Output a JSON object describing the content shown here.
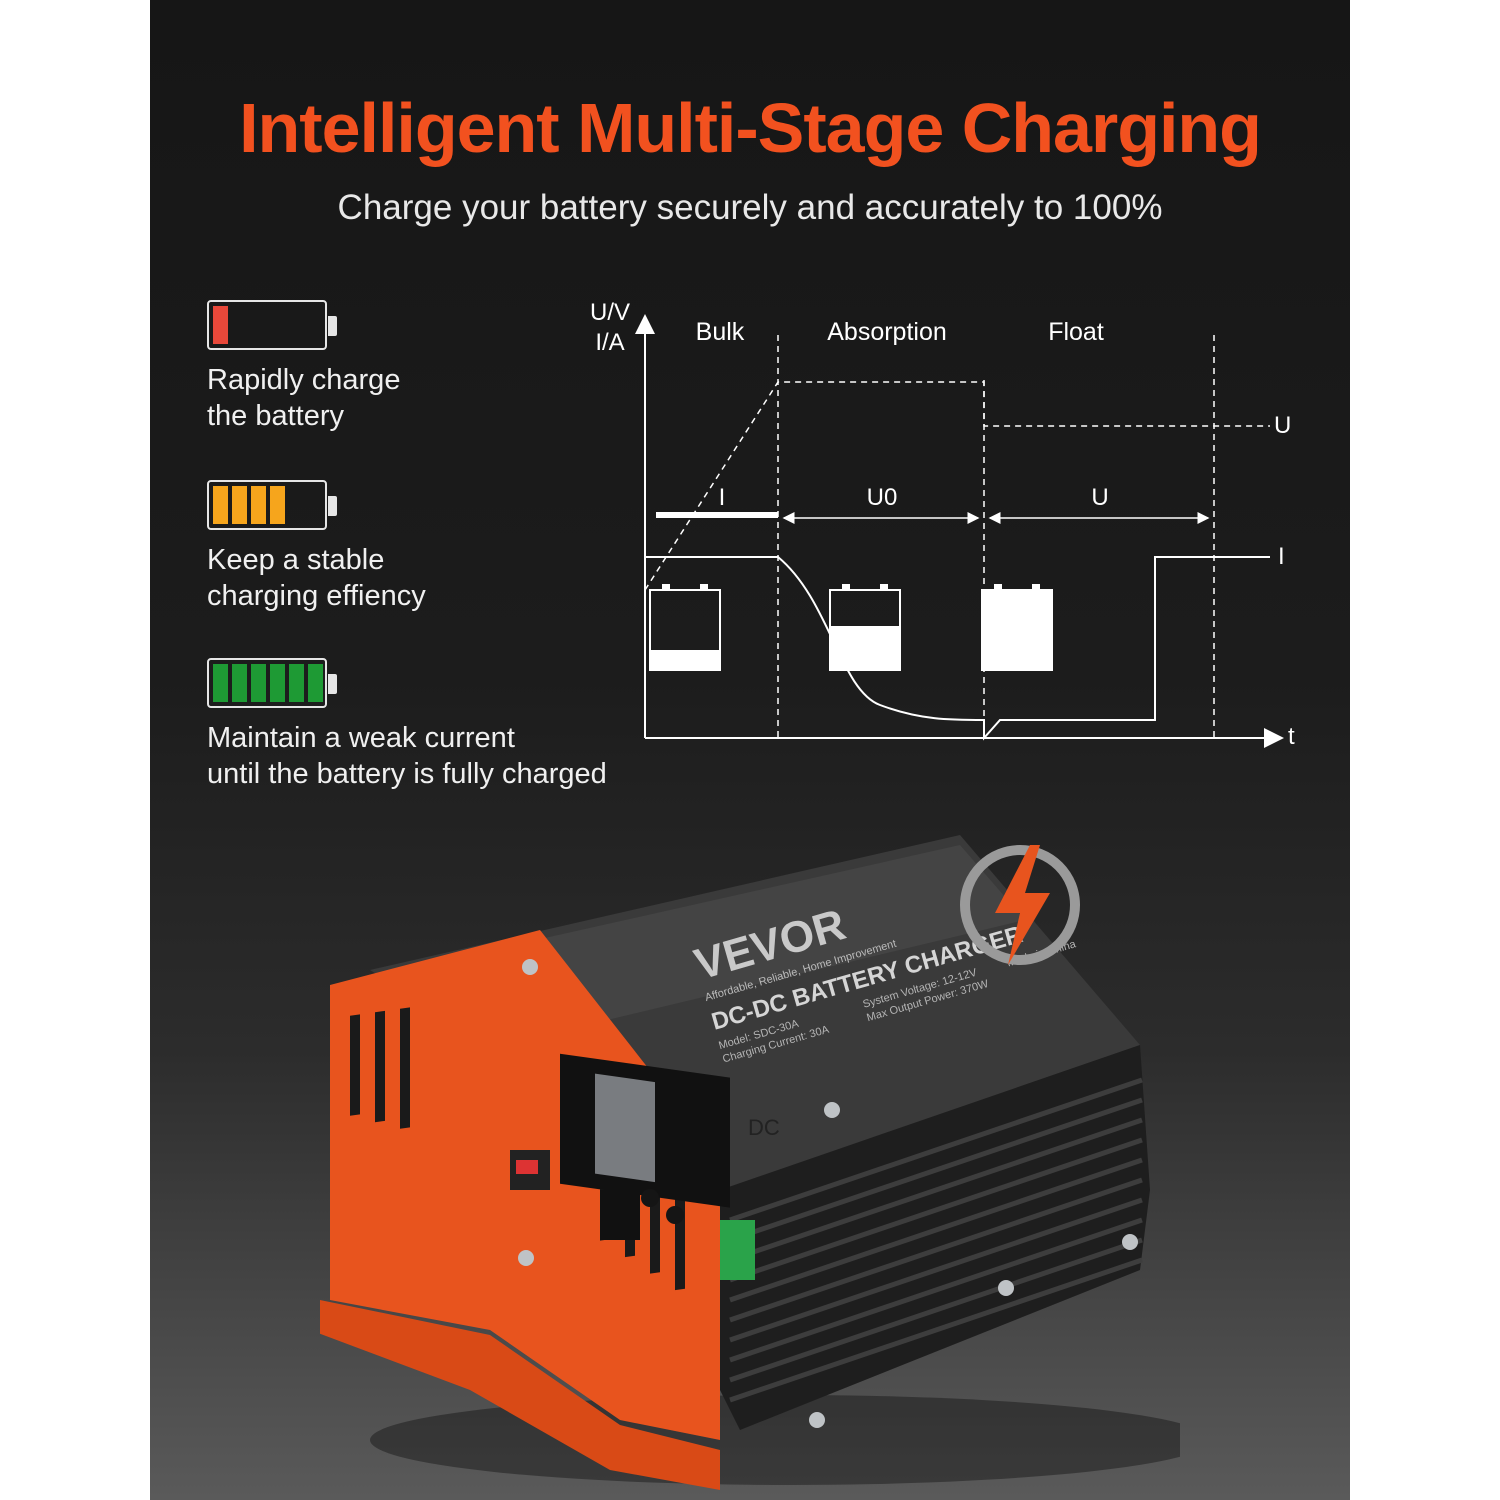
{
  "headline": "Intelligent Multi-Stage Charging",
  "subheadline": "Charge your battery securely and accurately to 100%",
  "stages": [
    {
      "text": "Rapidly charge\nthe battery",
      "cells": 1,
      "color": "#e8483a"
    },
    {
      "text": "Keep a stable\ncharging effiency",
      "cells": 4,
      "color": "#f6a51c"
    },
    {
      "text": "Maintain a weak current\nuntil the battery is fully charged",
      "cells": 6,
      "color": "#1e9a34"
    }
  ],
  "diagram": {
    "y_axis_label_top": "U/V",
    "y_axis_label_bottom": "I/A",
    "x_axis_label": "t",
    "phase_labels": [
      "Bulk",
      "Absorption",
      "Float"
    ],
    "current_label": "I",
    "voltage_label_u0": "U0",
    "voltage_label_u": "U",
    "right_label_u": "U",
    "right_label_i": "I",
    "battery_fill_levels": [
      0.25,
      0.55,
      1.0
    ]
  },
  "device": {
    "brand": "VEVOR",
    "tagline": "Affordable, Reliable, Home Improvement",
    "product_name": "DC-DC BATTERY CHARGER",
    "spec_model": "Model: SDC-30A",
    "spec_voltage": "System Voltage: 12-12V",
    "spec_current": "Charging Current: 30A",
    "spec_power": "Max Output Power: 370W",
    "made_in": "Made in China",
    "port_label": "DC"
  },
  "colors": {
    "accent": "#f2511f",
    "background": "#1a1a1a",
    "device_orange": "#e8541e",
    "device_body": "#2e2e2e"
  }
}
